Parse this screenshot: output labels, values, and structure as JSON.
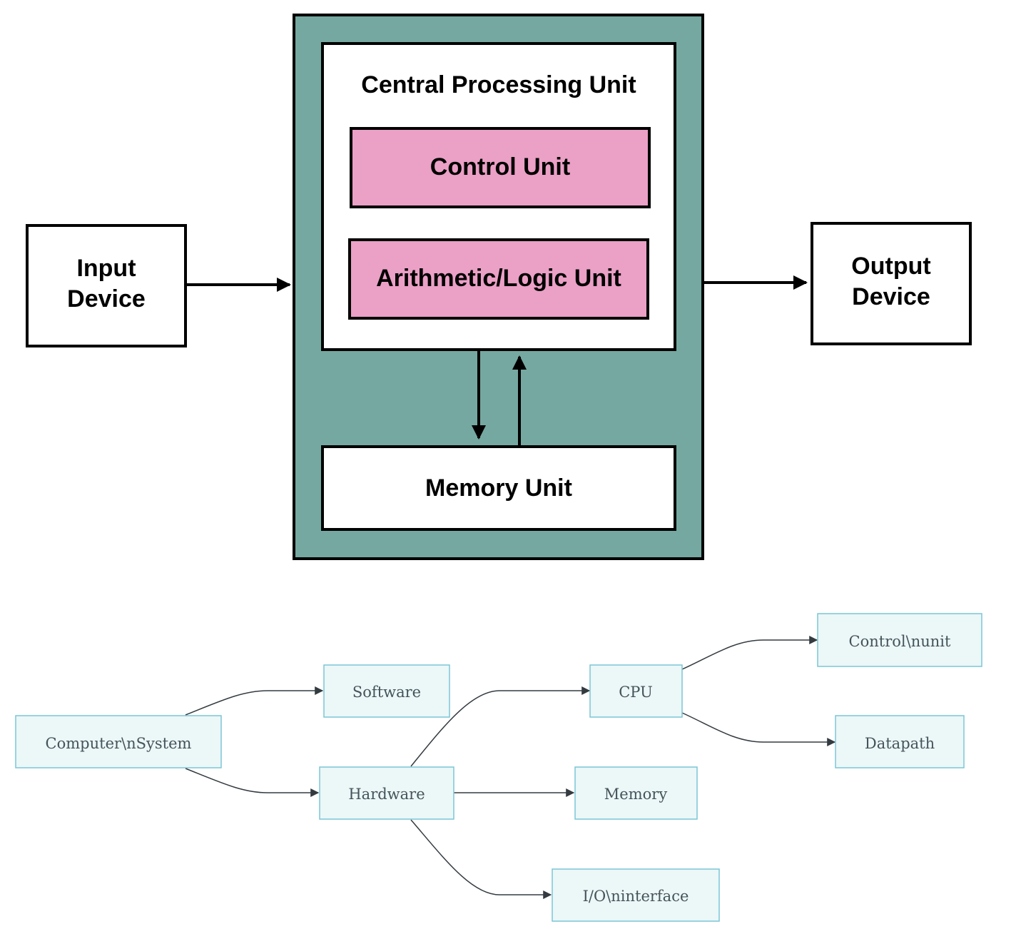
{
  "colors": {
    "cpu_frame": "#75a8a0",
    "unit_fill": "#eba0c6",
    "box_fill": "#ffffff",
    "stroke": "#000000",
    "flow_node_fill": "#ecf7f8",
    "flow_node_stroke": "#7cc6d6",
    "flow_edge": "#333b40",
    "flow_text": "#44545a"
  },
  "top_diagram": {
    "input_device": [
      "Input",
      "Device"
    ],
    "output_device": [
      "Output",
      "Device"
    ],
    "cpu_title": "Central Processing Unit",
    "control_unit": "Control Unit",
    "alu": "Arithmetic/Logic Unit",
    "memory_unit": "Memory Unit"
  },
  "flowchart": {
    "nodes": {
      "computer_system": "Computer\\nSystem",
      "software": "Software",
      "hardware": "Hardware",
      "cpu": "CPU",
      "memory": "Memory",
      "io_interface": "I/O\\ninterface",
      "control_unit": "Control\\nunit",
      "datapath": "Datapath"
    },
    "edges": [
      [
        "computer_system",
        "software"
      ],
      [
        "computer_system",
        "hardware"
      ],
      [
        "hardware",
        "cpu"
      ],
      [
        "hardware",
        "memory"
      ],
      [
        "hardware",
        "io_interface"
      ],
      [
        "cpu",
        "control_unit"
      ],
      [
        "cpu",
        "datapath"
      ]
    ]
  }
}
